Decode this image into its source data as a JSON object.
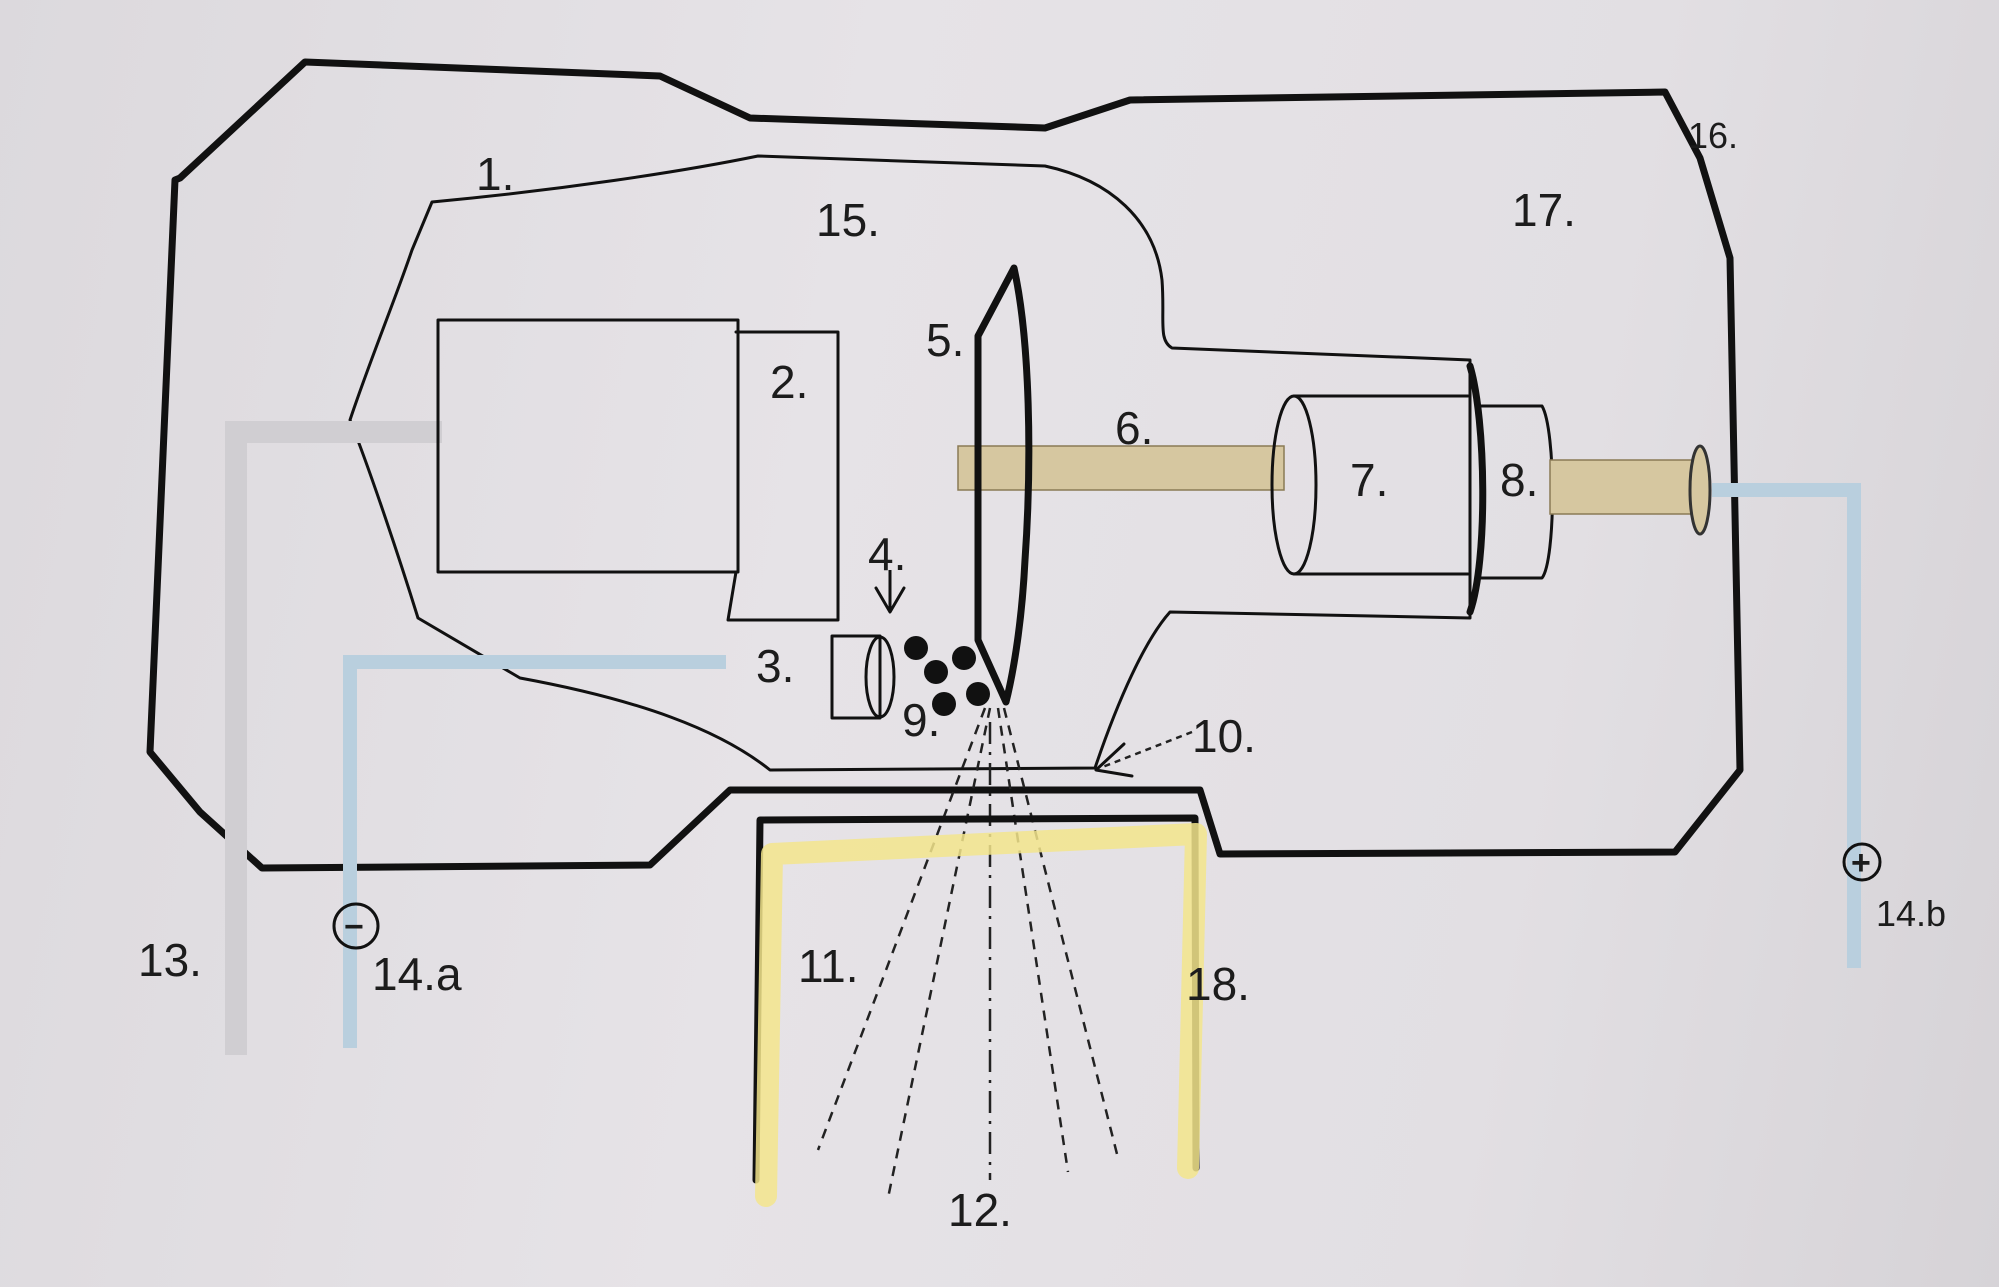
{
  "labels": {
    "l1": "1.",
    "l2": "2.",
    "l3": "3.",
    "l4": "4.",
    "l5": "5.",
    "l6": "6.",
    "l7": "7.",
    "l8": "8.",
    "l9": "9.",
    "l10": "10.",
    "l11": "11.",
    "l12": "12.",
    "l13": "13.",
    "l14a": "14.a",
    "l14b": "14.b",
    "l15": "15.",
    "l16": "16.",
    "l17": "17.",
    "l18": "18."
  },
  "signs": {
    "minus": "−",
    "plus": "+"
  },
  "colors": {
    "highlight": "#f3e58c",
    "cable_grey": "#d0ced2",
    "cable_blue": "#b9cfde",
    "rotor_shaft": "#d6c7a0"
  }
}
